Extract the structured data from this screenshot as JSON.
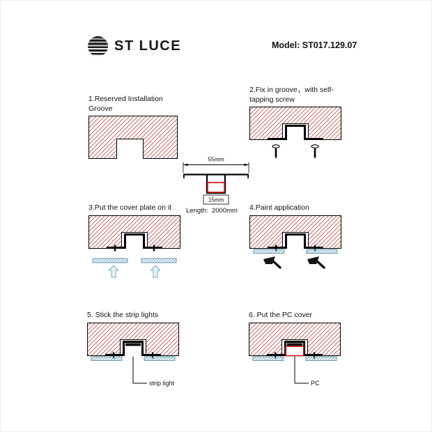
{
  "header": {
    "brand": "ST LUCE",
    "model_label": "Model: ST017.129.07"
  },
  "dimension": {
    "width": "55mm",
    "depth": "15mm",
    "length": "Length:  2000mm"
  },
  "steps": [
    {
      "title": "1.Reserved Installation Groove"
    },
    {
      "title": "2.Fix in groove，with self-tapping screw"
    },
    {
      "title": "3.Put the cover plate on it"
    },
    {
      "title": "4.Paint application"
    },
    {
      "title": "5. Stick the strip lights",
      "callout": "strip light"
    },
    {
      "title": "6. Put the PC cover",
      "callout": "PC"
    }
  ],
  "colors": {
    "hatch_red": "#c96b6b",
    "cover_plate_blue": "#5f9fb8",
    "highlight_red": "#cc1111",
    "ink": "#111111"
  }
}
